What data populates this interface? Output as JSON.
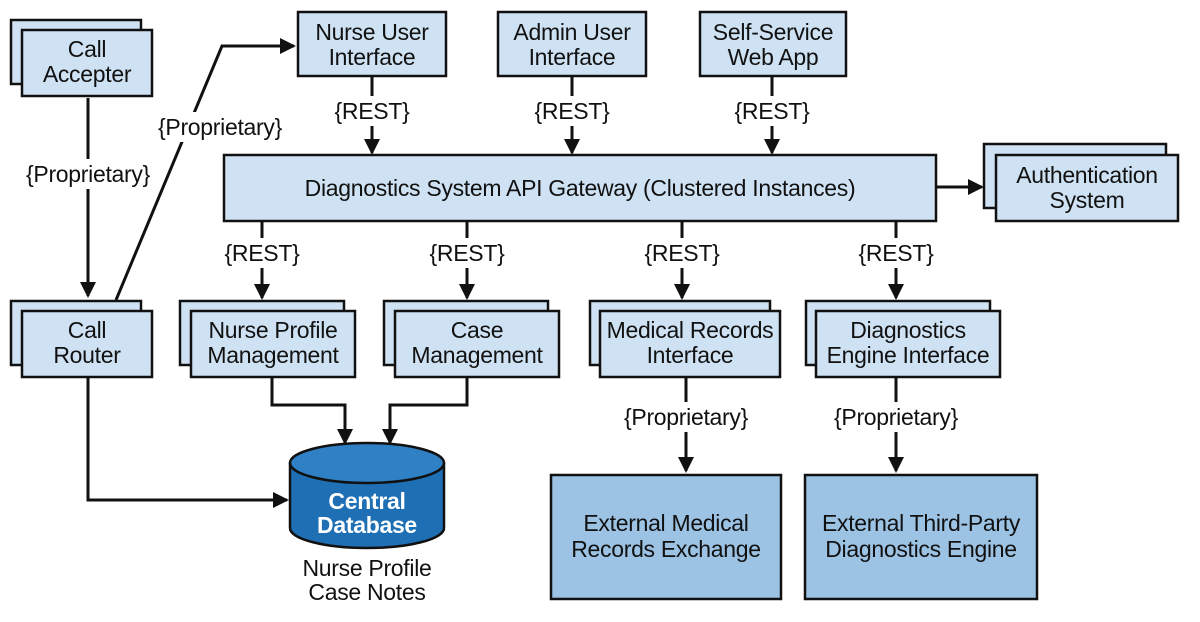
{
  "nodes": {
    "call_accepter": [
      "Call",
      "Accepter"
    ],
    "nurse_ui": [
      "Nurse User",
      "Interface"
    ],
    "admin_ui": [
      "Admin User",
      "Interface"
    ],
    "self_service": [
      "Self-Service",
      "Web App"
    ],
    "gateway": "Diagnostics System API Gateway (Clustered Instances)",
    "auth": [
      "Authentication",
      "System"
    ],
    "call_router": [
      "Call",
      "Router"
    ],
    "nurse_profile": [
      "Nurse Profile",
      "Management"
    ],
    "case_mgmt": [
      "Case",
      "Management"
    ],
    "med_records_if": [
      "Medical Records",
      "Interface"
    ],
    "diag_engine_if": [
      "Diagnostics",
      "Engine Interface"
    ],
    "central_db": [
      "Central",
      "Database"
    ],
    "db_caption": [
      "Nurse Profile",
      "Case Notes"
    ],
    "ext_med_records": [
      "External Medical",
      "Records Exchange"
    ],
    "ext_diag_engine": [
      "External Third-Party",
      "Diagnostics Engine"
    ]
  },
  "edge_labels": {
    "proprietary": "{Proprietary}",
    "rest": "{REST}"
  },
  "colors": {
    "box_fill": "#cfe2f3",
    "external_fill": "#9cc3e4",
    "database_fill": "#1f6fb5",
    "stroke": "#111111"
  }
}
